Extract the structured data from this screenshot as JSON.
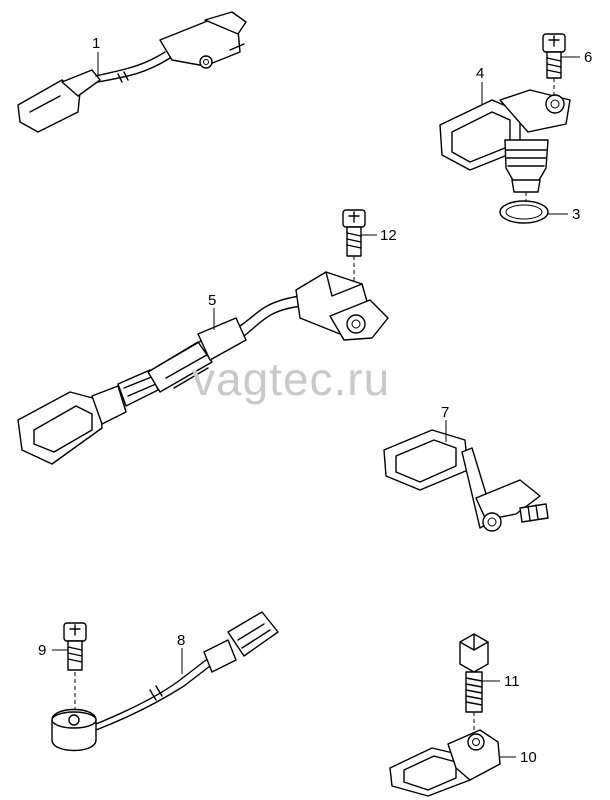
{
  "watermark": "vagtec.ru",
  "callouts": {
    "c1": "1",
    "c2": "3",
    "c3": "4",
    "c4": "5",
    "c5": "6",
    "c6": "7",
    "c7": "8",
    "c8": "9",
    "c9": "10",
    "c10": "11",
    "c11": "12"
  }
}
